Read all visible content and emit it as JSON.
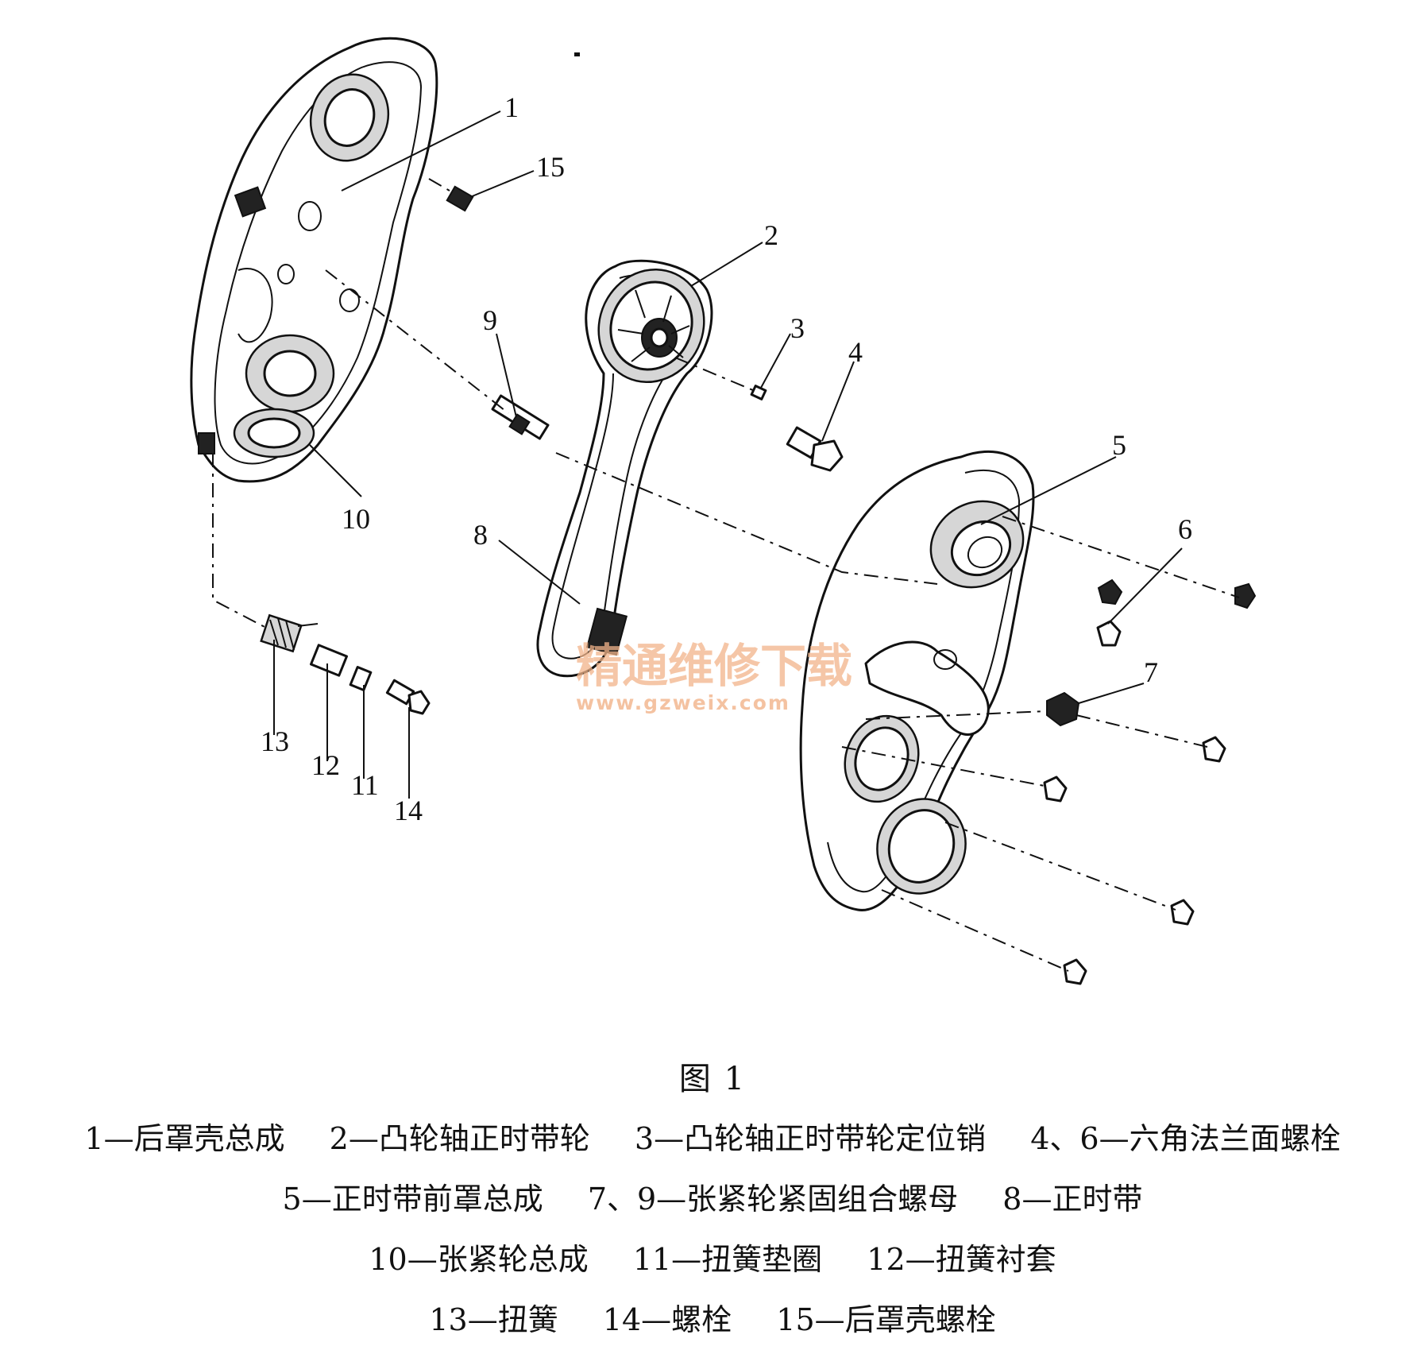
{
  "callouts": {
    "c1": "1",
    "c2": "2",
    "c3": "3",
    "c4": "4",
    "c5": "5",
    "c6": "6",
    "c7": "7",
    "c8": "8",
    "c9": "9",
    "c10": "10",
    "c11": "11",
    "c12": "12",
    "c13": "13",
    "c14": "14",
    "c15": "15"
  },
  "watermark": {
    "text": "精通维修下载",
    "url": "www.gzweix.com"
  },
  "figure_title": "图 1",
  "legend": [
    [
      "1—后罩壳总成",
      "2—凸轮轴正时带轮",
      "3—凸轮轴正时带轮定位销",
      "4、6—六角法兰面螺栓"
    ],
    [
      "5—正时带前罩总成",
      "7、9—张紧轮紧固组合螺母",
      "8—正时带"
    ],
    [
      "10—张紧轮总成",
      "11—扭簧垫圈",
      "12—扭簧衬套"
    ],
    [
      "13—扭簧",
      "14—螺栓",
      "15—后罩壳螺栓"
    ]
  ]
}
